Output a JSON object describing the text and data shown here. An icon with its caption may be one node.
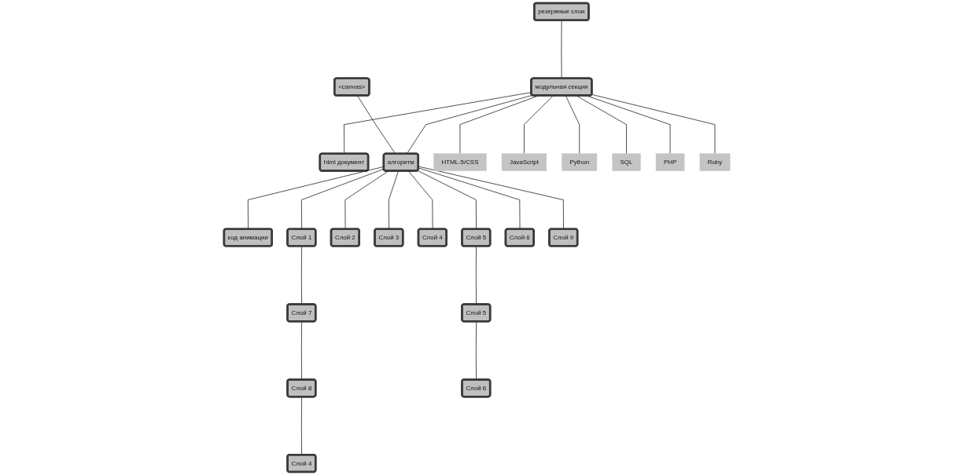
{
  "diagram": {
    "nodes": [
      {
        "text": [
          "резервные слои"
        ]
      },
      {
        "text": [
          "модульная секция"
        ]
      },
      {
        "text": [
          "html документ"
        ]
      },
      {
        "text": [
          "<canvas>"
        ]
      },
      {
        "text": [
          "алгоритм"
        ]
      },
      {
        "text": [
          "код анимации"
        ]
      },
      {
        "text": [
          "Слой 1"
        ]
      },
      {
        "text": [
          "Слой 2"
        ]
      },
      {
        "text": [
          "Слой 3"
        ]
      },
      {
        "text": [
          "Слой 4"
        ]
      },
      {
        "text": [
          "Слой 5"
        ]
      },
      {
        "text": [
          "Слой 6"
        ]
      },
      {
        "text": [
          "Слой 7"
        ]
      },
      {
        "text": [
          "Слой 8"
        ]
      },
      {
        "text": [
          "Слой 9"
        ]
      },
      {
        "text": [
          "Слой 5"
        ]
      },
      {
        "text": [
          "Слой 6"
        ]
      },
      {
        "text": [
          "Слой 4"
        ]
      },
      {
        "text": [
          "HTML-5/CSS"
        ]
      },
      {
        "text": [
          "JavaScript"
        ]
      },
      {
        "text": [
          "Python"
        ]
      },
      {
        "text": [
          "SQL"
        ]
      },
      {
        "text": [
          "PHP"
        ]
      },
      {
        "text": [
          "Ruby"
        ]
      }
    ],
    "edges": [
      {
        "from": 0,
        "to": 1,
        "arrow": "none"
      },
      {
        "from": 1,
        "to": 2,
        "arrow": "none"
      },
      {
        "from": 1,
        "to": 4,
        "arrow": "none"
      },
      {
        "from": 3,
        "to": 4,
        "arrow": "none"
      },
      {
        "from": 4,
        "to": 5,
        "arrow": "none"
      },
      {
        "from": 4,
        "to": 6,
        "arrow": "none"
      },
      {
        "from": 4,
        "to": 7,
        "arrow": "none"
      },
      {
        "from": 4,
        "to": 8,
        "arrow": "none"
      },
      {
        "from": 4,
        "to": 9,
        "arrow": "none"
      },
      {
        "from": 4,
        "to": 10,
        "arrow": "none"
      },
      {
        "from": 4,
        "to": 11,
        "arrow": "none"
      },
      {
        "from": 6,
        "to": 12,
        "arrow": "none"
      },
      {
        "from": 12,
        "to": 13,
        "arrow": "none"
      },
      {
        "from": 13,
        "to": 17,
        "arrow": "none"
      },
      {
        "from": 4,
        "to": 14,
        "arrow": "none"
      },
      {
        "from": 10,
        "to": 15,
        "arrow": "none"
      },
      {
        "from": 15,
        "to": 16,
        "arrow": "none"
      },
      {
        "from": 1,
        "to": 18,
        "arrow": "none"
      },
      {
        "from": 1,
        "to": 19,
        "arrow": "none"
      },
      {
        "from": 1,
        "to": 20,
        "arrow": "none"
      },
      {
        "from": 1,
        "to": 21,
        "arrow": "none"
      },
      {
        "from": 1,
        "to": 22,
        "arrow": "none"
      },
      {
        "from": 1,
        "to": 23,
        "arrow": "none"
      }
    ]
  }
}
